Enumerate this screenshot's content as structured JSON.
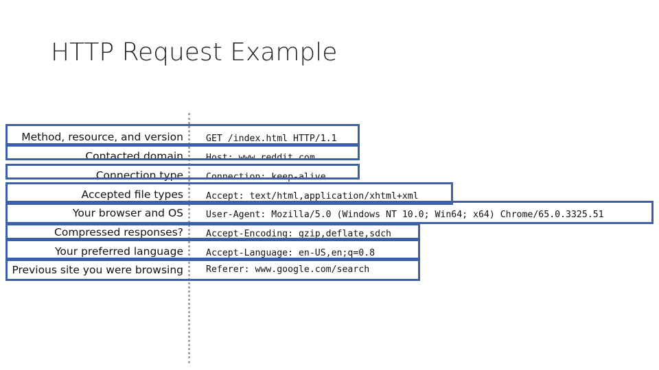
{
  "slide": {
    "title": "HTTP Request Example"
  },
  "colors": {
    "box_border": "#3c5fa8",
    "divider": "#a8a8a8"
  },
  "rows": [
    {
      "label": "Method, resource, and version",
      "code": "GET /index.html HTTP/1.1"
    },
    {
      "label": "Contacted domain",
      "code": "Host: www.reddit.com"
    },
    {
      "label": "Connection type",
      "code": "Connection: keep-alive"
    },
    {
      "label": "Accepted file types",
      "code": "Accept: text/html,application/xhtml+xml"
    },
    {
      "label": "Your browser and OS",
      "code": "User-Agent: Mozilla/5.0 (Windows NT 10.0; Win64; x64) Chrome/65.0.3325.51"
    },
    {
      "label": "Compressed responses?",
      "code": "Accept-Encoding: gzip,deflate,sdch"
    },
    {
      "label": "Your preferred language",
      "code": "Accept-Language: en-US,en;q=0.8"
    },
    {
      "label": "Previous site you were browsing",
      "code": "Referer: www.google.com/search"
    }
  ]
}
